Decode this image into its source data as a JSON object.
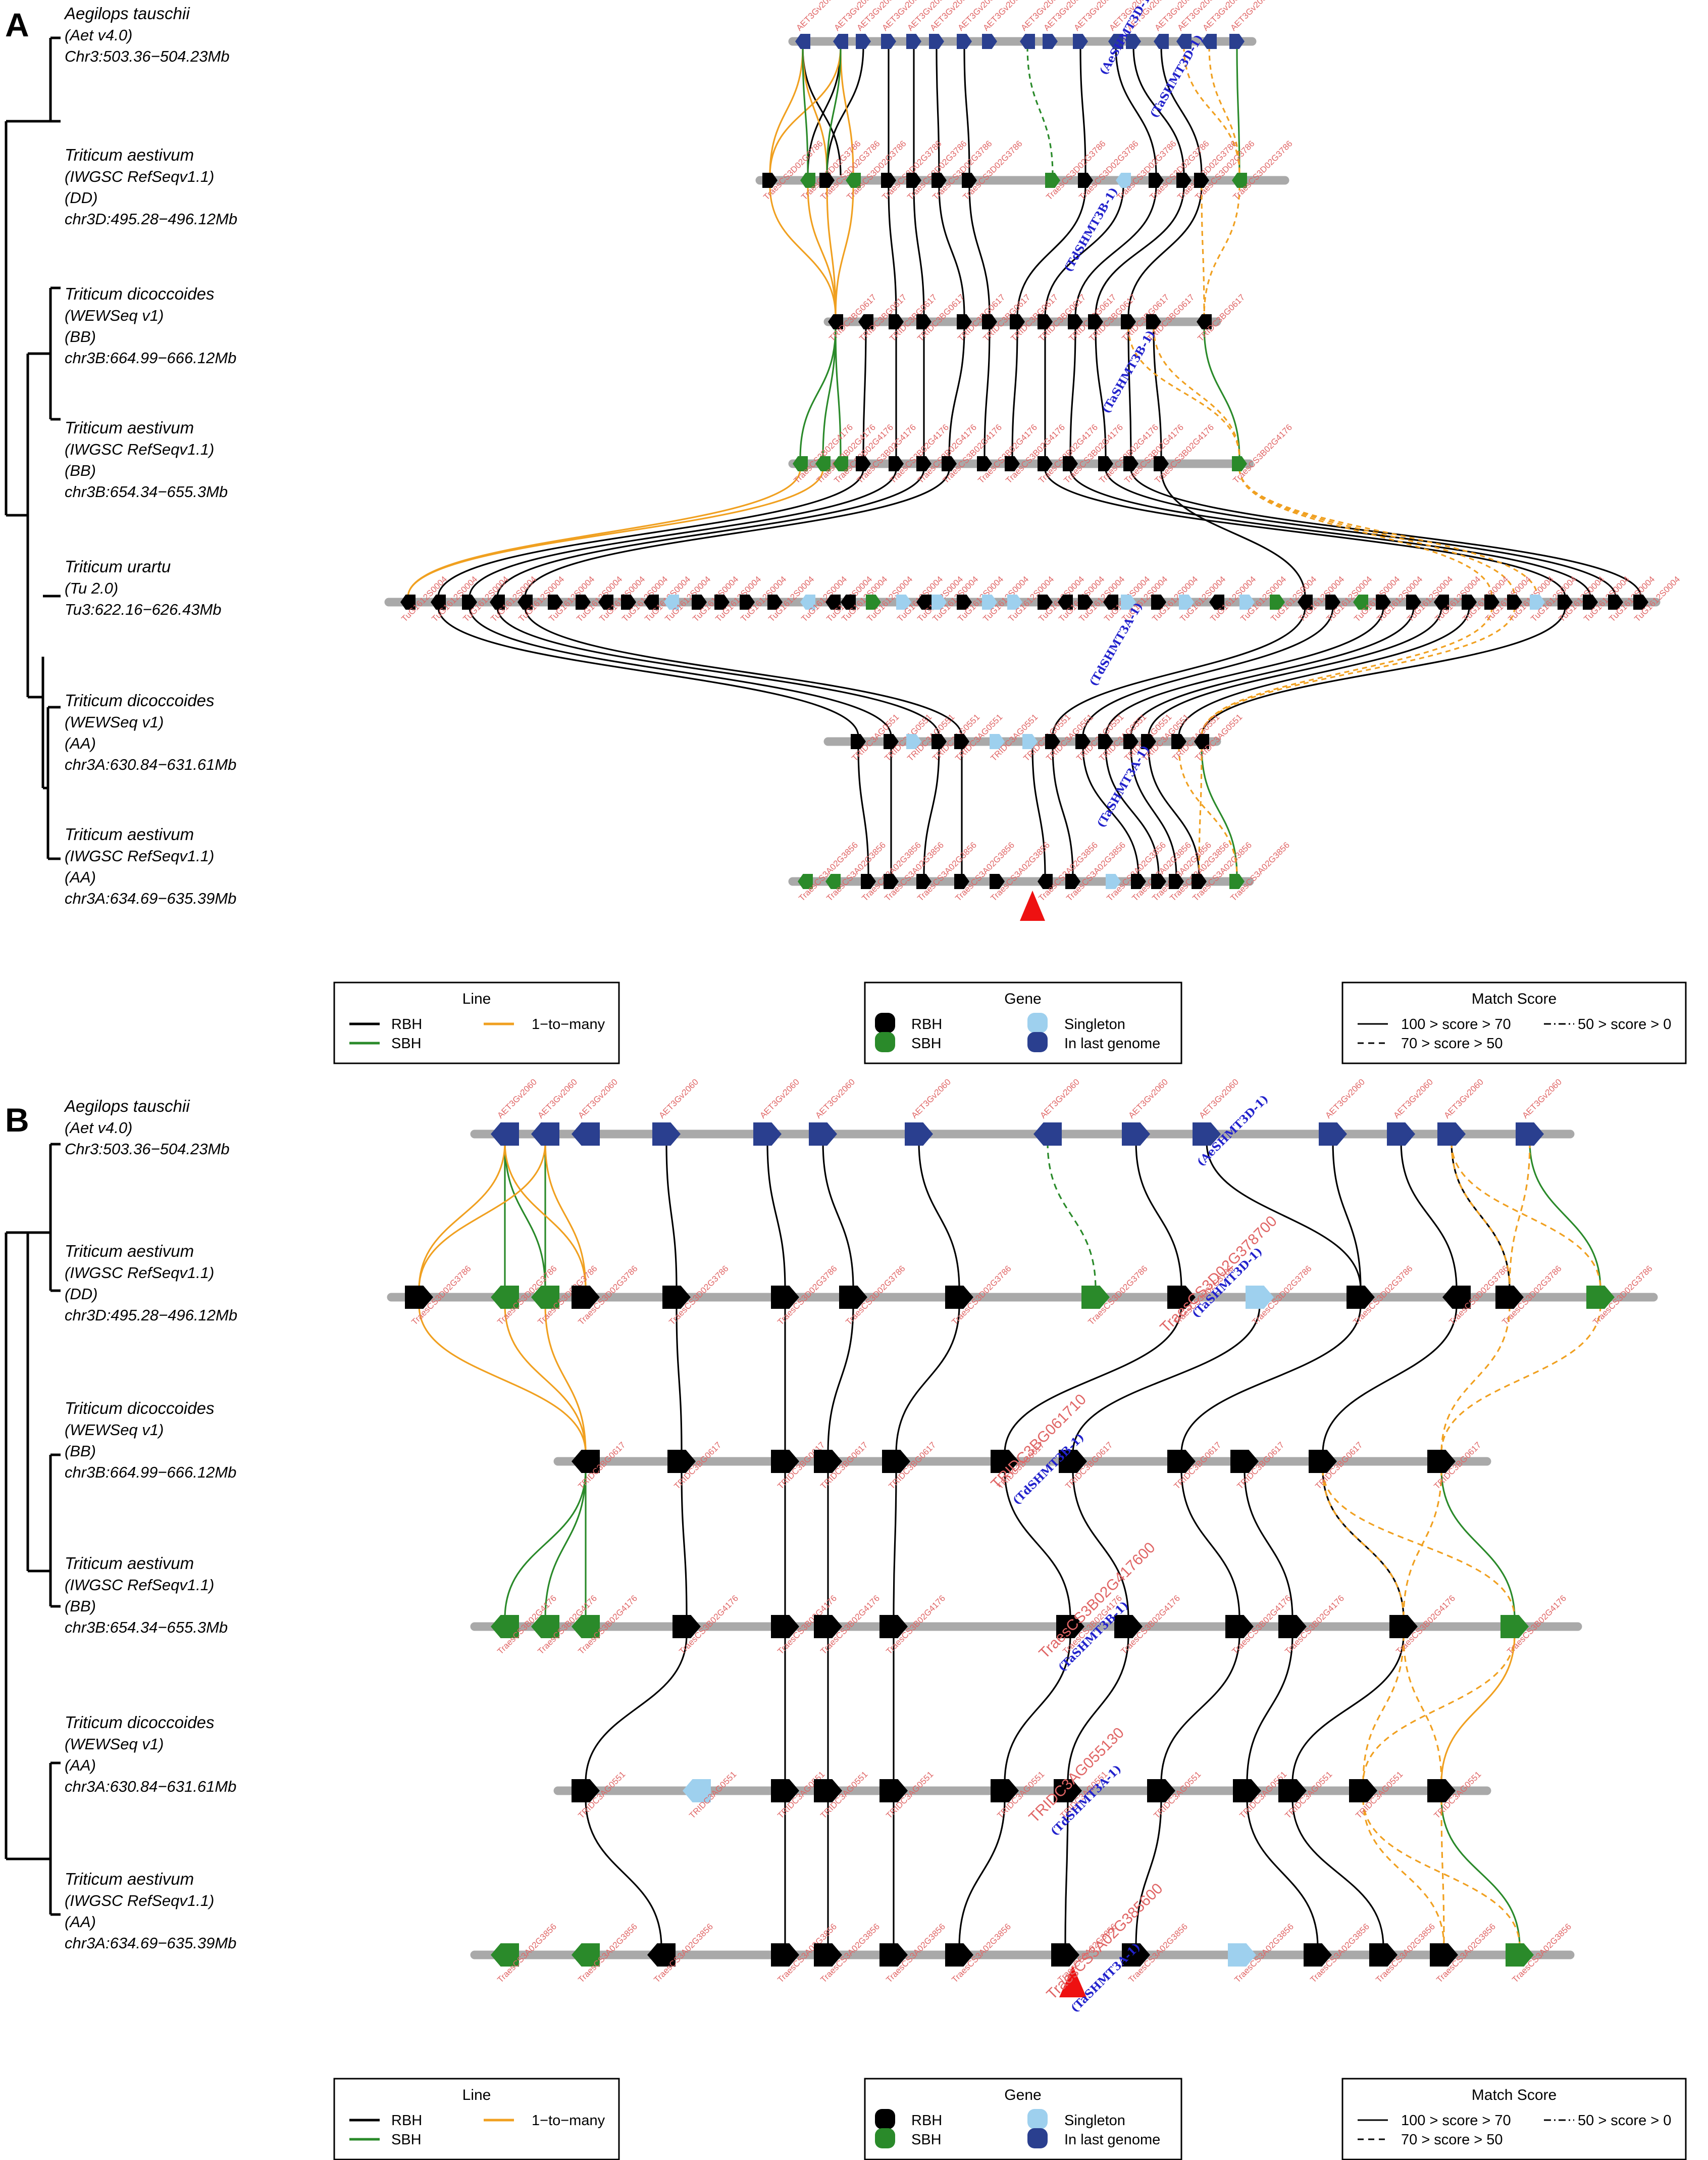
{
  "colors": {
    "rbh": "#000000",
    "sbh": "#2a8a2a",
    "one_to_many": "#f0a020",
    "singleton": "#9ed0ee",
    "last_genome": "#2a3f8f",
    "chrom_bar": "#a9a9a9",
    "gene_label": "#e06666",
    "highlight_label": "#2222cc",
    "marker": "#ee1111"
  },
  "panels": [
    {
      "letter": "A",
      "tracks": [
        {
          "name": "Aegilops tauschii",
          "sub": [
            "(Aet v4.0)",
            "Chr3:503.36−504.23Mb"
          ]
        },
        {
          "name": "Triticum aestivum",
          "sub": [
            "(IWGSC RefSeqv1.1)",
            "(DD)",
            "chr3D:495.28−496.12Mb"
          ]
        },
        {
          "name": "Triticum dicoccoides",
          "sub": [
            "(WEWSeq v1)",
            "(BB)",
            "chr3B:664.99−666.12Mb"
          ]
        },
        {
          "name": "Triticum aestivum",
          "sub": [
            "(IWGSC RefSeqv1.1)",
            "(BB)",
            "chr3B:654.34−655.3Mb"
          ]
        },
        {
          "name": "Triticum urartu",
          "sub": [
            "(Tu 2.0)",
            "Tu3:622.16−626.43Mb"
          ]
        },
        {
          "name": "Triticum dicoccoides",
          "sub": [
            "(WEWSeq v1)",
            "(AA)",
            "chr3A:630.84−631.61Mb"
          ]
        },
        {
          "name": "Triticum aestivum",
          "sub": [
            "(IWGSC RefSeqv1.1)",
            "(AA)",
            "chr3A:634.69−635.39Mb"
          ]
        }
      ],
      "highlights": [
        "(AeSHMT3D-1)",
        "(TaSHMT3D-1)",
        "(TdSHMT3B-1)",
        "(TaSHMT3B-1)",
        "(TdSHMT3A-1)",
        "(TaSHMT3A-1)"
      ]
    },
    {
      "letter": "B",
      "tracks": [
        {
          "name": "Aegilops tauschii",
          "sub": [
            "(Aet v4.0)",
            "Chr3:503.36−504.23Mb"
          ]
        },
        {
          "name": "Triticum aestivum",
          "sub": [
            "(IWGSC RefSeqv1.1)",
            "(DD)",
            "chr3D:495.28−496.12Mb"
          ]
        },
        {
          "name": "Triticum dicoccoides",
          "sub": [
            "(WEWSeq v1)",
            "(BB)",
            "chr3B:664.99−666.12Mb"
          ]
        },
        {
          "name": "Triticum aestivum",
          "sub": [
            "(IWGSC RefSeqv1.1)",
            "(BB)",
            "chr3B:654.34−655.3Mb"
          ]
        },
        {
          "name": "Triticum dicoccoides",
          "sub": [
            "(WEWSeq v1)",
            "(AA)",
            "chr3A:630.84−631.61Mb"
          ]
        },
        {
          "name": "Triticum aestivum",
          "sub": [
            "(IWGSC RefSeqv1.1)",
            "(AA)",
            "chr3A:634.69−635.39Mb"
          ]
        }
      ],
      "big_labels": [
        "TraesCS3D02G378700",
        "TRIDC3BG061710",
        "TraesCS3B02G417600",
        "TRIDC3AG055130",
        "TraesCS3A02G385600"
      ],
      "highlights": [
        "(AeSHMT3D-1)",
        "(TaSHMT3D-1)",
        "(TdSHMT3B-1)",
        "(TaSHMT3B-1)",
        "(TdSHMT3A-1)",
        "(TaSHMT3A-1)"
      ]
    }
  ],
  "legend": {
    "line": {
      "title": "Line",
      "items": [
        "RBH",
        "SBH",
        "1−to−many"
      ]
    },
    "gene": {
      "title": "Gene",
      "items": [
        "RBH",
        "SBH",
        "Singleton",
        "In last genome"
      ]
    },
    "score": {
      "title": "Match Score",
      "items": [
        "100 > score > 70",
        "70 > score > 50",
        "50 > score > 0"
      ]
    }
  }
}
